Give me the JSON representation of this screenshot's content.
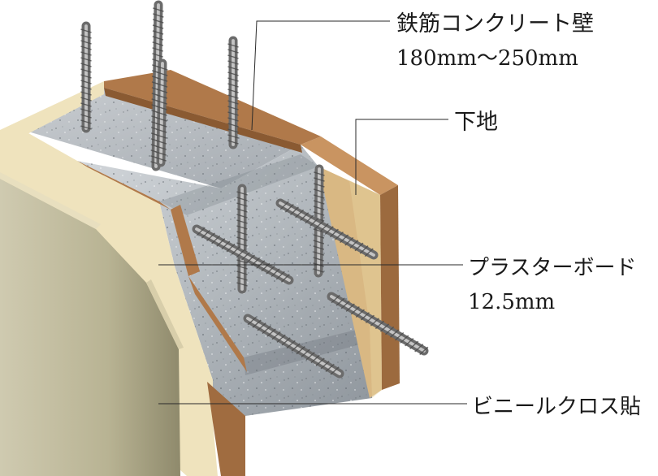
{
  "labels": {
    "concrete_wall": "鉄筋コンクリート壁",
    "concrete_thickness": "180mm〜250mm",
    "substrate": "下地",
    "plasterboard": "プラスターボード",
    "plasterboard_thickness": "12.5mm",
    "vinyl_cloth": "ビニールクロス貼"
  },
  "colors": {
    "concrete": "#b9bec3",
    "concrete_dark": "#8f969d",
    "rebar": "#8c8c8c",
    "plasterboard": "#efe3bd",
    "substrate_wood": "#b0794a",
    "wood_light": "#e2c18d",
    "vinyl_cloth": "#bdb89a"
  }
}
